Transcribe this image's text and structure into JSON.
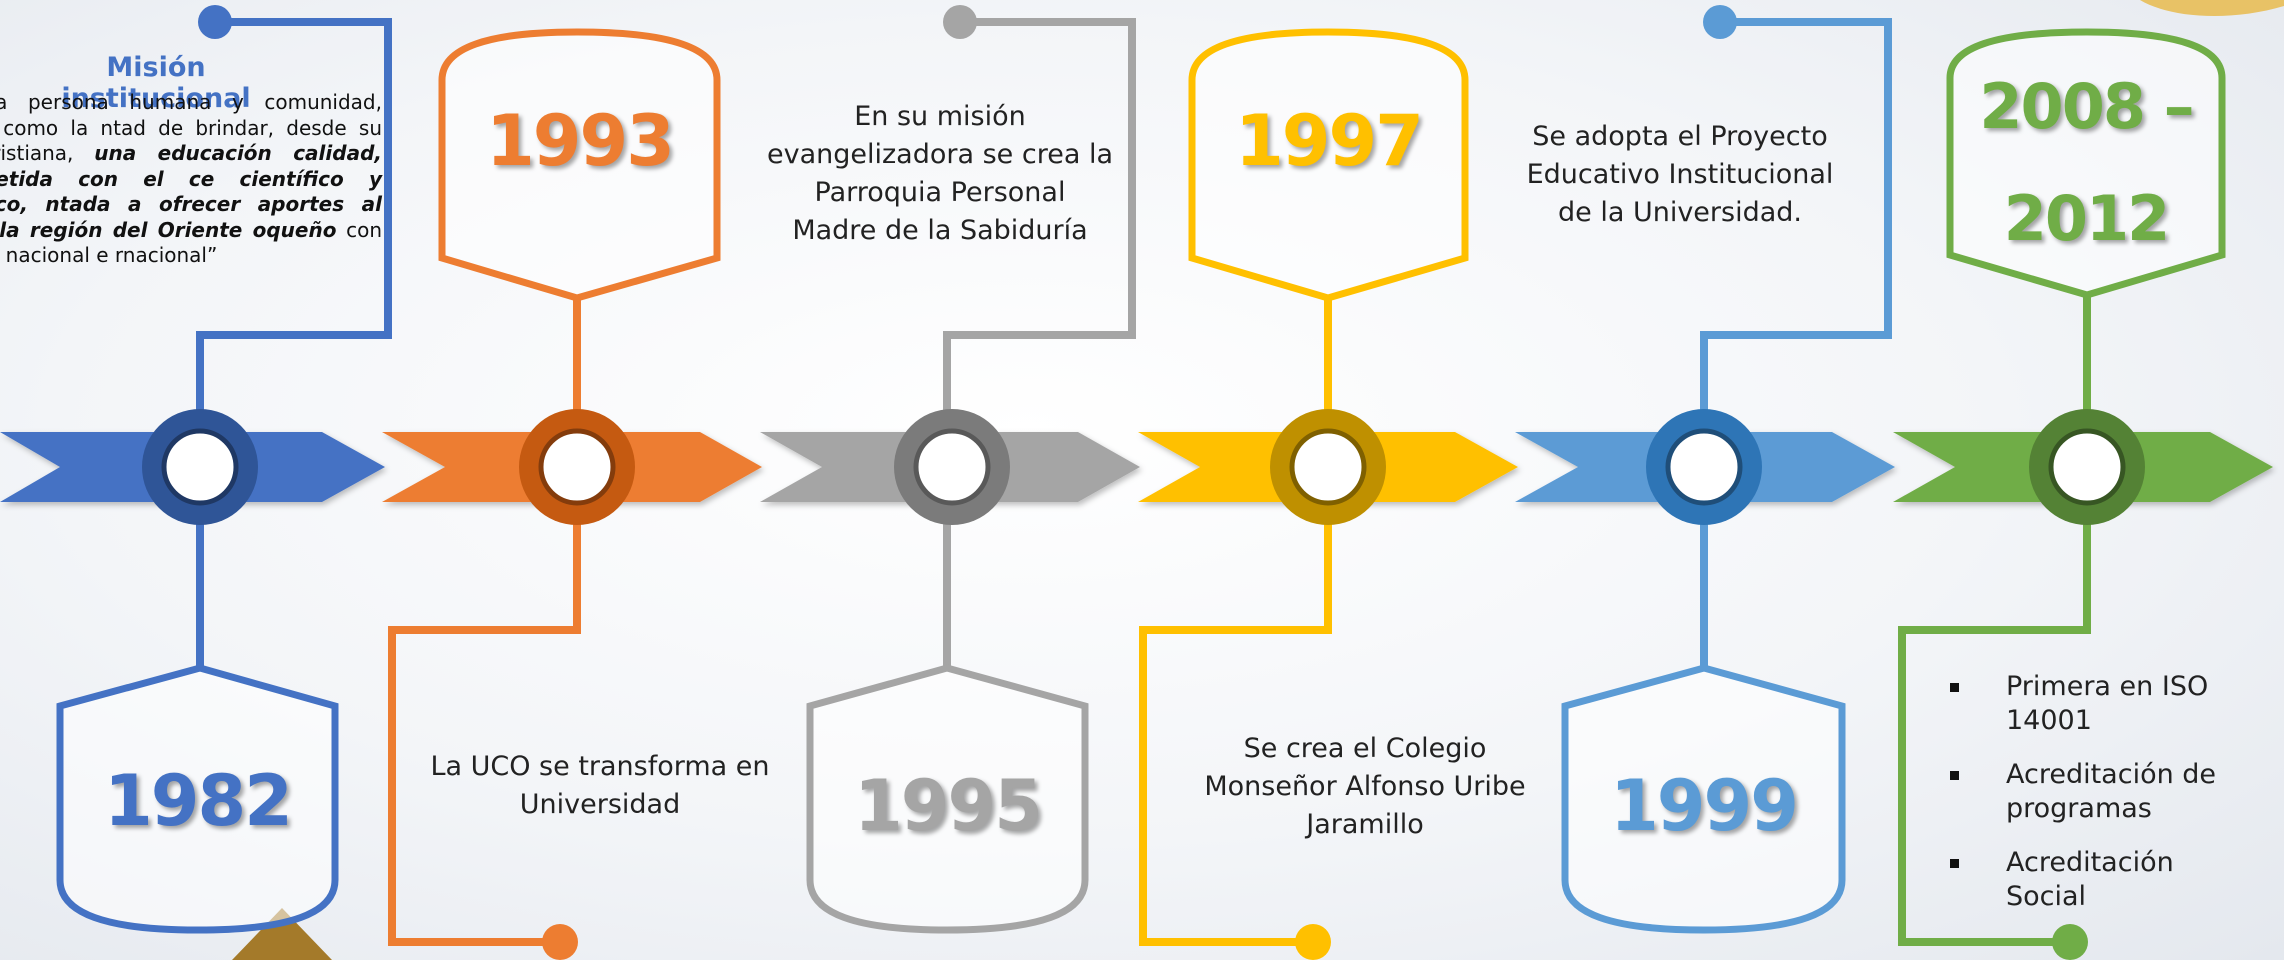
{
  "mission": {
    "title": "Misión institucional",
    "body_start": "vicio a la persona humana y comunidad, entendido como la ntad de brindar, desde su iración Cristiana, ",
    "body_emphasis": "una educación calidad, comprometida con el ce científico y tecnológico, ntada a ofrecer aportes al rrollo de la región del Oriente oqueño",
    "body_end": " con proyección nacional e rnacional”"
  },
  "milestones": [
    {
      "year": "1982",
      "color": "#4472c4",
      "dark": "#2f5597"
    },
    {
      "year": "1993",
      "color": "#ed7d31",
      "dark": "#c55a11",
      "text": [
        "La UCO se transforma en",
        "Universidad"
      ]
    },
    {
      "year": "1995",
      "color": "#a5a5a5",
      "dark": "#7b7b7b",
      "text": [
        "En su  misión",
        "evangelizadora se crea la",
        "Parroquia Personal",
        "Madre de la Sabiduría"
      ]
    },
    {
      "year": "1997",
      "color": "#ffc000",
      "dark": "#bf9000",
      "text": [
        "Se crea el Colegio",
        "Monseñor Alfonso Uribe",
        "Jaramillo"
      ]
    },
    {
      "year": "1999",
      "color": "#5b9bd5",
      "dark": "#2e75b6",
      "text": [
        "Se adopta el Proyecto",
        "Educativo Institucional",
        "de la Universidad."
      ]
    },
    {
      "year_line1": "2008 –",
      "year_line2": "2012",
      "color": "#70ad47",
      "dark": "#548235",
      "bullets": [
        "Primera en ISO 14001",
        "Acreditación de programas",
        "Acreditación Social"
      ]
    }
  ]
}
